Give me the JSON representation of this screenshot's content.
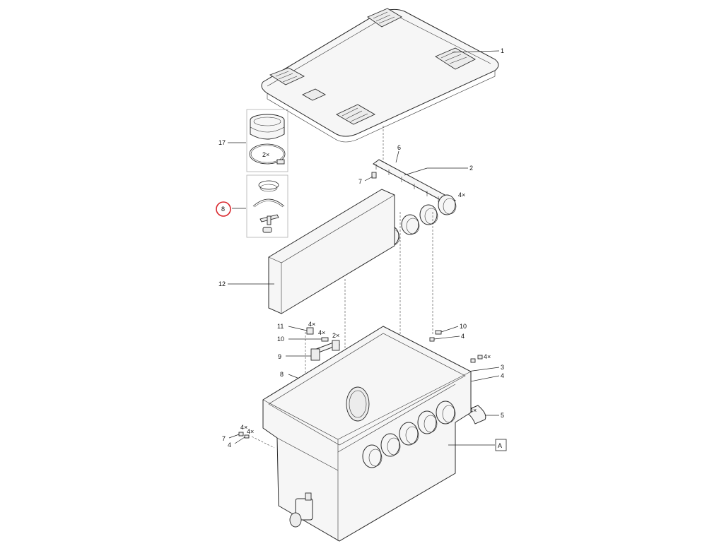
{
  "diagram": {
    "callouts": [
      {
        "id": "c1",
        "label": "1"
      },
      {
        "id": "c2",
        "label": "2"
      },
      {
        "id": "c6",
        "label": "6"
      },
      {
        "id": "c7a",
        "label": "7"
      },
      {
        "id": "c4x_top",
        "label": "4×"
      },
      {
        "id": "c17",
        "label": "17"
      },
      {
        "id": "c2x_kit",
        "label": "2×"
      },
      {
        "id": "c8_kit",
        "label": "8"
      },
      {
        "id": "c12",
        "label": "12"
      },
      {
        "id": "c11",
        "label": "11"
      },
      {
        "id": "c4x_11",
        "label": "4×"
      },
      {
        "id": "c4x_10",
        "label": "4×"
      },
      {
        "id": "c10a",
        "label": "10"
      },
      {
        "id": "c2x_9",
        "label": "2×"
      },
      {
        "id": "c9",
        "label": "9"
      },
      {
        "id": "c8b",
        "label": "8"
      },
      {
        "id": "c10b",
        "label": "10"
      },
      {
        "id": "c4a",
        "label": "4"
      },
      {
        "id": "c4x_r",
        "label": "4×"
      },
      {
        "id": "c3",
        "label": "3"
      },
      {
        "id": "c4b",
        "label": "4"
      },
      {
        "id": "c4x_5",
        "label": "4×"
      },
      {
        "id": "c5",
        "label": "5"
      },
      {
        "id": "cA",
        "label": "A"
      },
      {
        "id": "c7b",
        "label": "7"
      },
      {
        "id": "c4x_l1",
        "label": "4×"
      },
      {
        "id": "c4x_l2",
        "label": "4×"
      },
      {
        "id": "c4c",
        "label": "4"
      }
    ],
    "highlight": {
      "callout": "c8_kit",
      "color": "#d9262c"
    }
  }
}
